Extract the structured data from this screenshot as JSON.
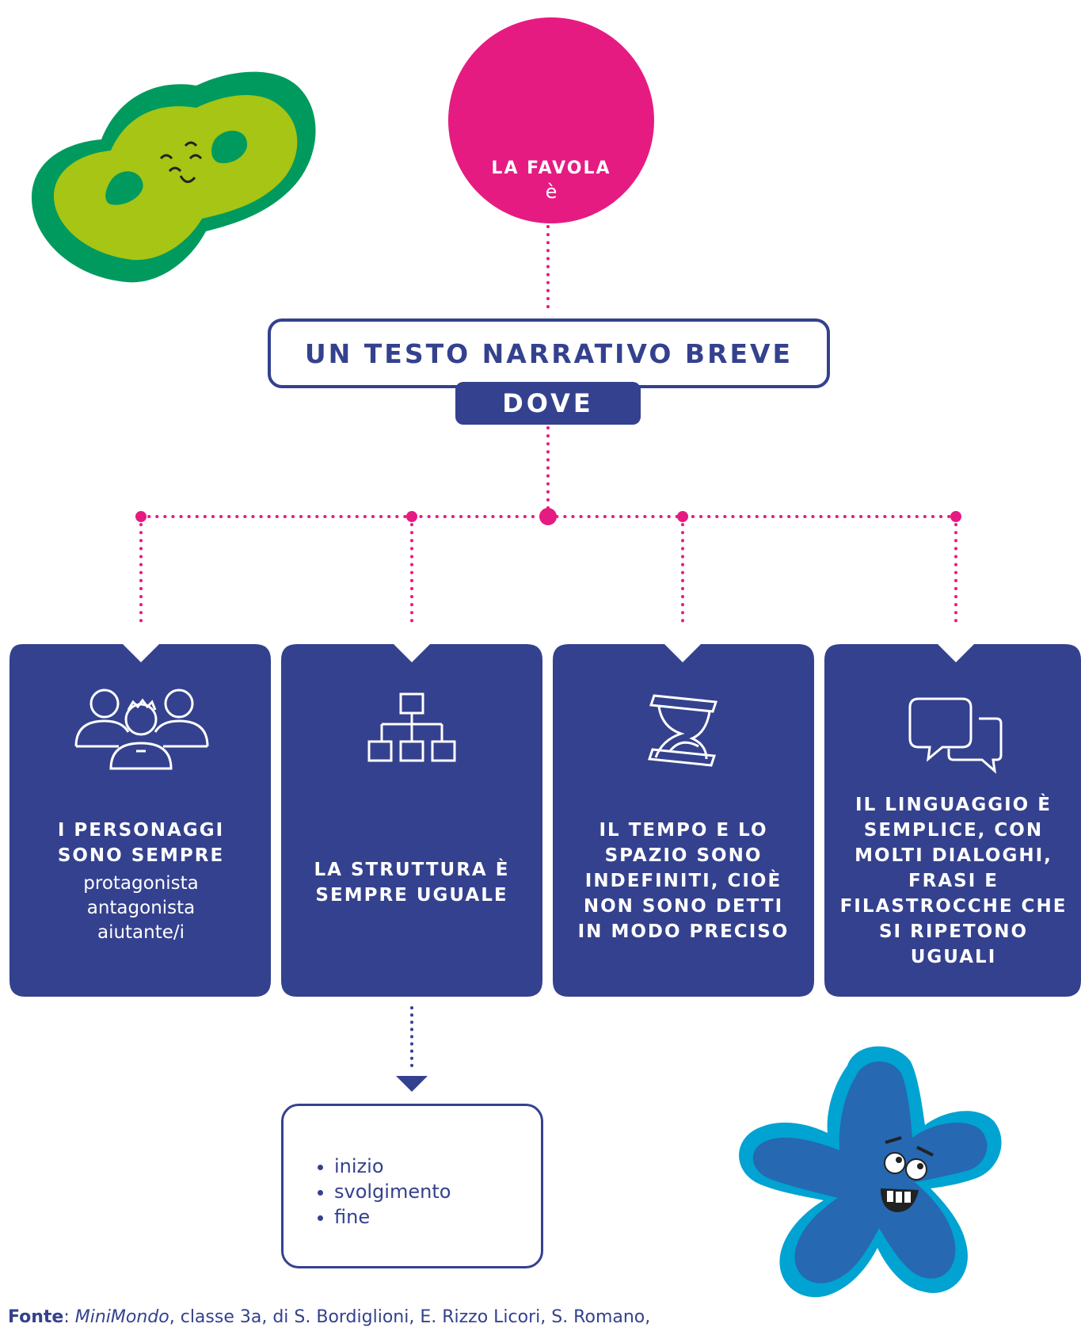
{
  "top": {
    "title": "LA FAVOLA",
    "subtitle": "è"
  },
  "main": {
    "title": "UN TESTO NARRATIVO BREVE",
    "connector": "DOVE"
  },
  "cards": [
    {
      "head": "I PERSONAGGI SONO SEMPRE",
      "items": [
        "protagonista",
        "antagonista",
        "aiutante/i"
      ],
      "icon": "people-icon"
    },
    {
      "head": "LA STRUTTURA È SEMPRE UGUALE",
      "items": [],
      "icon": "hierarchy-icon"
    },
    {
      "head": "IL TEMPO E LO SPAZIO SONO INDEFINITI, CIOÈ NON SONO DETTI IN MODO PRECISO",
      "items": [],
      "icon": "hourglass-icon"
    },
    {
      "head": "IL LINGUAGGIO È SEMPLICE, CON MOLTI DIALOGHI, FRASI E FILASTROCCHE CHE SI RIPETONO UGUALI",
      "items": [],
      "icon": "speech-bubbles-icon"
    }
  ],
  "structure": {
    "items": [
      "inizio",
      "svolgimento",
      "fine"
    ]
  },
  "source": {
    "label": "Fonte",
    "title": "MiniMondo",
    "rest": ", classe 3a, di S. Bordiglioni, E. Rizzo Licori, S. Romano,"
  },
  "colors": {
    "magenta": "#e51b82",
    "navy": "#34418e",
    "green": "#a6c514",
    "dark_green": "#009a5f",
    "blue": "#2668b1",
    "cyan": "#00a3d1"
  }
}
